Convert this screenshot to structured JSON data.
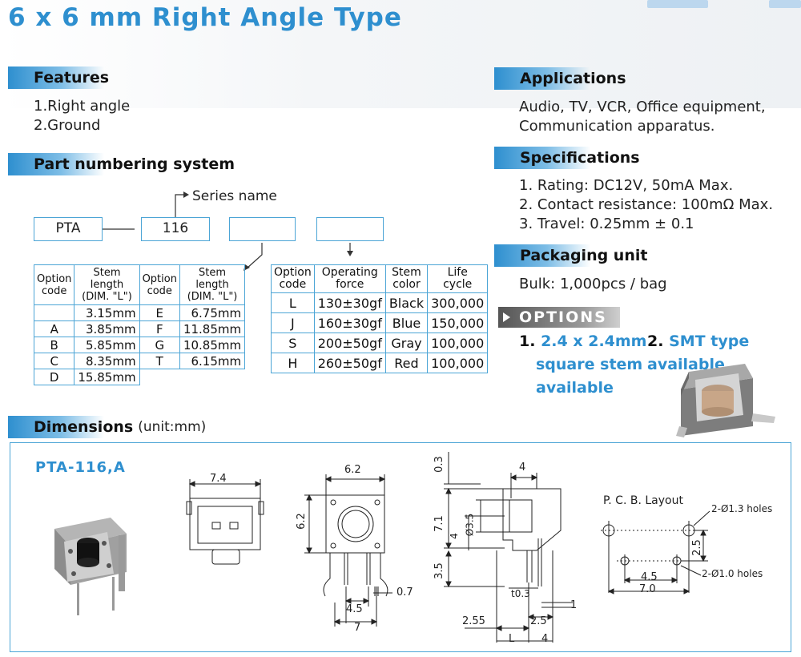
{
  "title": "6 x 6 mm Right Angle Type",
  "features": {
    "heading": "Features",
    "items": [
      "1.Right angle",
      "2.Ground"
    ]
  },
  "applications": {
    "heading": "Applications",
    "lines": [
      "Audio, TV, VCR, Office equipment,",
      "Communication apparatus."
    ]
  },
  "part_numbering": {
    "heading": "Part numbering system",
    "series_name": "Series name",
    "box1": "PTA",
    "box2": "116",
    "box3": "",
    "box4": "",
    "table1": {
      "headers": [
        "Option code",
        "Stem length (DIM. \"L\")",
        "Option code",
        "Stem length (DIM. \"L\")"
      ],
      "header_lines": [
        [
          "Option",
          "code"
        ],
        [
          "Stem length",
          "(DIM. \"L\")"
        ],
        [
          "Option",
          "code"
        ],
        [
          "Stem length",
          "(DIM. \"L\")"
        ]
      ],
      "rows": [
        [
          "",
          "3.15mm",
          "E",
          "6.75mm"
        ],
        [
          "A",
          "3.85mm",
          "F",
          "11.85mm"
        ],
        [
          "B",
          "5.85mm",
          "G",
          "10.85mm"
        ],
        [
          "C",
          "8.35mm",
          "T",
          "6.15mm"
        ],
        [
          "D",
          "15.85mm",
          "",
          ""
        ]
      ]
    },
    "table2": {
      "header_lines": [
        [
          "Option",
          "code"
        ],
        [
          "Operating",
          "force"
        ],
        [
          "Stem",
          "color"
        ],
        [
          "Life",
          "cycle"
        ]
      ],
      "rows": [
        [
          "L",
          "130±30gf",
          "Black",
          "300,000"
        ],
        [
          "J",
          "160±30gf",
          "Blue",
          "150,000"
        ],
        [
          "S",
          "200±50gf",
          "Gray",
          "100,000"
        ],
        [
          "H",
          "260±50gf",
          "Red",
          "100,000"
        ]
      ]
    }
  },
  "specifications": {
    "heading": "Specifications",
    "items": [
      "1. Rating: DC12V, 50mA Max.",
      "2. Contact resistance: 100mΩ Max.",
      "3. Travel: 0.25mm ± 0.1"
    ]
  },
  "packaging": {
    "heading": "Packaging unit",
    "text": "Bulk: 1,000pcs / bag"
  },
  "options": {
    "badge": "OPTIONS",
    "item1_num": "1.",
    "item1_lines": [
      "2.4 x 2.4mm",
      "square stem",
      "available"
    ],
    "item2_num": "2.",
    "item2_text": "SMT type available"
  },
  "dimensions": {
    "heading": "Dimensions",
    "unit": "(unit:mm)",
    "model": "PTA-116,A",
    "labels": {
      "w74": "7.4",
      "w62": "6.2",
      "h62": "6.2",
      "w45": "4.5",
      "w7": "7",
      "w07": "0.7",
      "h03": "0.3",
      "h71": "7.1",
      "h35": "3.5",
      "w4": "4",
      "d35": "Ø3.5",
      "h4": "4",
      "t03": "t0.3",
      "w255": "2.55",
      "w25": "2.5",
      "h1": "1",
      "L": "L",
      "w4b": "4"
    },
    "pcb": {
      "title": "P. C. B. Layout",
      "holes1": "2-Ø1.3 holes",
      "holes2": "2-Ø1.0 holes",
      "d25": "2.5",
      "d45": "4.5",
      "d70": "7.0"
    }
  },
  "colors": {
    "accent": "#2e8fcf",
    "border": "#4ca5d6"
  }
}
